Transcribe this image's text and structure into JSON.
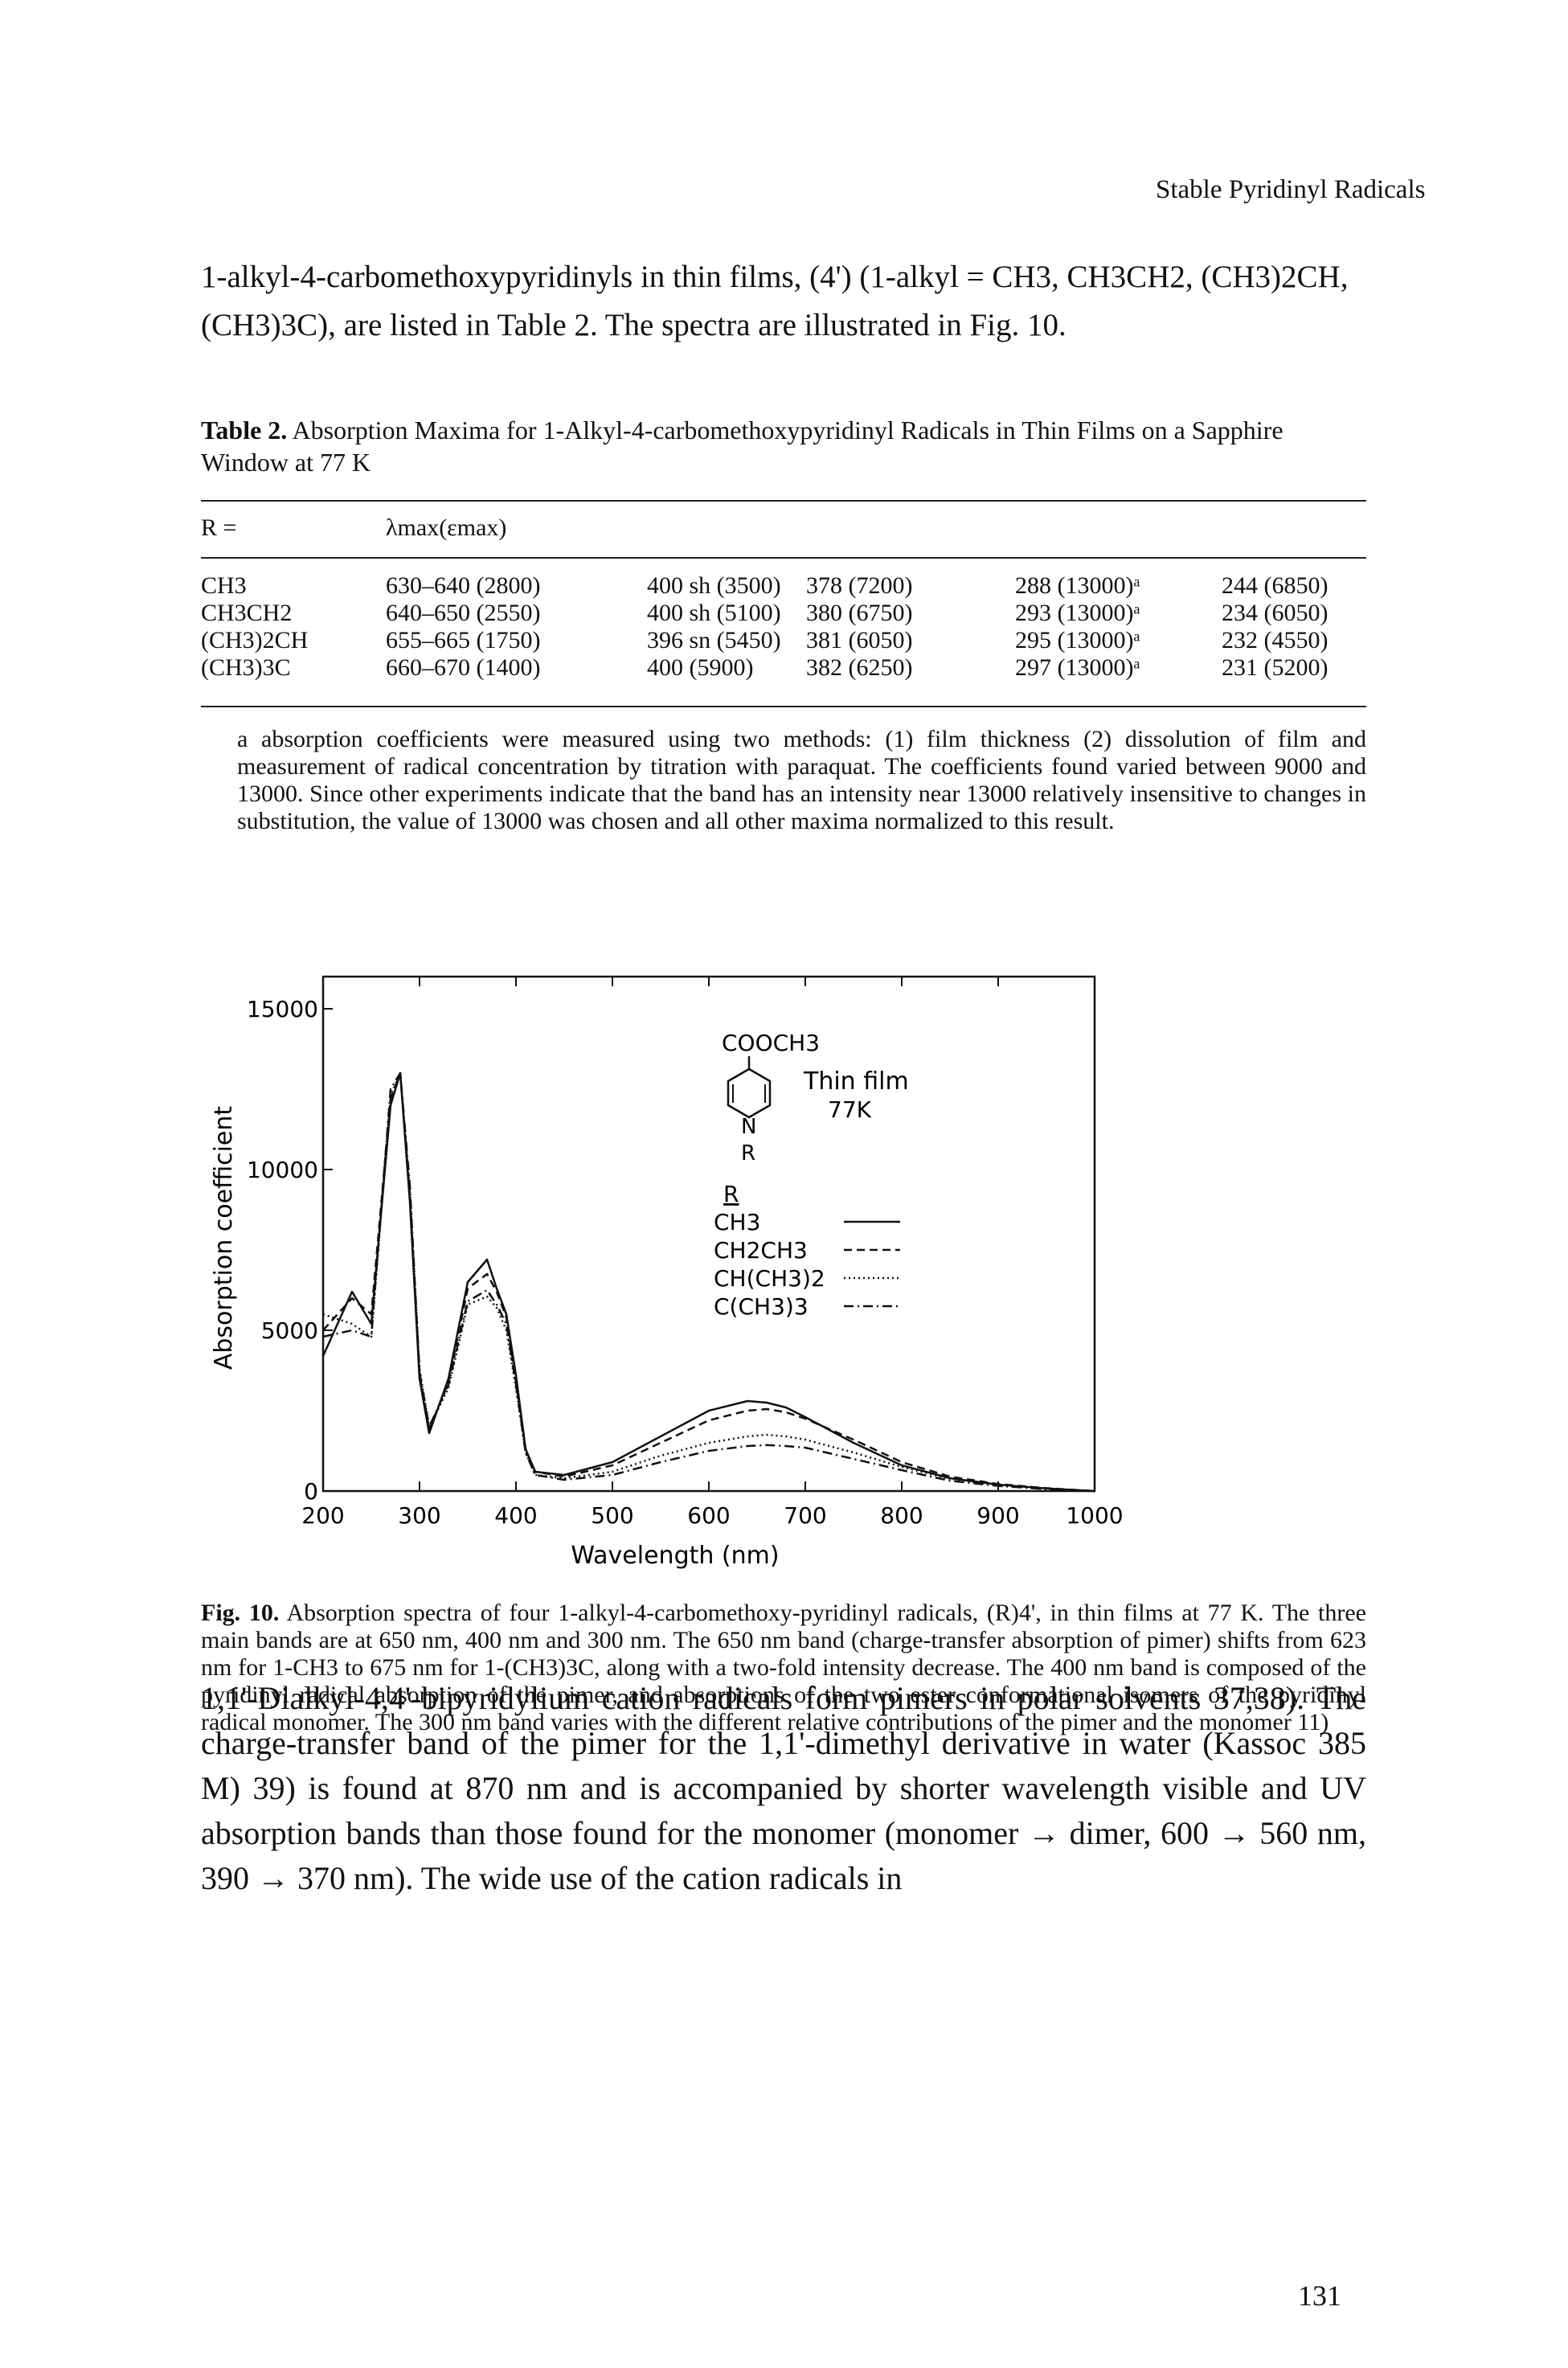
{
  "page": {
    "running_head": "Stable Pyridinyl Radicals",
    "intro": "1-alkyl-4-carbomethoxypyridinyls in thin films, (4') (1-alkyl = CH3, CH3CH2, (CH3)2CH, (CH3)3C), are listed in Table 2. The spectra are illustrated in Fig. 10.",
    "page_number": "131"
  },
  "table": {
    "caption_label": "Table 2.",
    "caption_text": "Absorption Maxima for 1-Alkyl-4-carbomethoxypyridinyl Radicals in Thin Films on a Sapphire Window at 77 K",
    "header_r": "R =",
    "header_lambda": "λmax(εmax)",
    "rows": [
      {
        "r": "CH3",
        "c1": "630–640 (2800)",
        "c2": "400 sh (3500)",
        "c3": "378 (7200)",
        "c4": "288 (13000)ᵃ",
        "c5": "244 (6850)"
      },
      {
        "r": "CH3CH2",
        "c1": "640–650 (2550)",
        "c2": "400 sh (5100)",
        "c3": "380 (6750)",
        "c4": "293 (13000)ᵃ",
        "c5": "234 (6050)"
      },
      {
        "r": "(CH3)2CH",
        "c1": "655–665 (1750)",
        "c2": "396 sn (5450)",
        "c3": "381 (6050)",
        "c4": "295 (13000)ᵃ",
        "c5": "232 (4550)"
      },
      {
        "r": "(CH3)3C",
        "c1": "660–670 (1400)",
        "c2": "400 (5900)",
        "c3": "382 (6250)",
        "c4": "297 (13000)ᵃ",
        "c5": "231 (5200)"
      }
    ],
    "footnote": "a absorption coefficients were measured using two methods: (1) film thickness (2) dissolution of film and measurement of radical concentration by titration with paraquat. The coefficients found varied between 9000 and 13000. Since other experiments indicate that the band has an intensity near 13000 relatively insensitive to changes in substitution, the value of 13000 was chosen and all other maxima normalized to this result."
  },
  "figure": {
    "caption_label": "Fig. 10.",
    "caption_text": "Absorption spectra of four 1-alkyl-4-carbomethoxy-pyridinyl radicals, (R)4', in thin films at 77 K. The three main bands are at 650 nm, 400 nm and 300 nm. The 650 nm band (charge-transfer absorption of pimer) shifts from 623 nm for 1-CH3 to 675 nm for 1-(CH3)3C, along with a two-fold intensity decrease. The 400 nm band is composed of the pyridinyl radical absorption of the pimer, and absorptions of the two ester conformational isomers of the pyridinyl radical monomer. The 300 nm band varies with the different relative contributions of the pimer and the monomer 11)",
    "structure": {
      "substituent": "COOCH3",
      "ring_n": "N",
      "ring_r": "R"
    },
    "annotation": {
      "line1": "Thin film",
      "line2": "77K"
    },
    "legend_title": "R"
  },
  "chart_data": {
    "type": "line",
    "xlabel": "Wavelength (nm)",
    "ylabel": "Absorption coefficient",
    "xlim": [
      200,
      1000
    ],
    "ylim": [
      0,
      16000
    ],
    "x_ticks": [
      "200",
      "300",
      "400",
      "500",
      "600",
      "700",
      "800",
      "900",
      "1000"
    ],
    "y_ticks": [
      "0",
      "5000",
      "10000",
      "15000"
    ],
    "x": [
      200,
      230,
      250,
      270,
      280,
      290,
      300,
      310,
      330,
      350,
      370,
      380,
      390,
      400,
      410,
      420,
      450,
      500,
      550,
      600,
      640,
      660,
      680,
      700,
      750,
      800,
      850,
      900,
      950,
      1000
    ],
    "series": [
      {
        "name": "CH3",
        "style": "solid",
        "values": [
          4200,
          6200,
          5200,
          12000,
          13000,
          9000,
          3500,
          1800,
          3500,
          6500,
          7200,
          6300,
          5500,
          3600,
          1300,
          600,
          500,
          900,
          1700,
          2500,
          2800,
          2750,
          2600,
          2300,
          1500,
          800,
          400,
          200,
          80,
          0
        ]
      },
      {
        "name": "CH2CH3",
        "style": "dashed",
        "values": [
          5000,
          6000,
          5500,
          12200,
          13000,
          9200,
          3600,
          1900,
          3400,
          6300,
          6750,
          6200,
          5400,
          3400,
          1300,
          600,
          450,
          800,
          1500,
          2200,
          2500,
          2550,
          2450,
          2250,
          1600,
          900,
          450,
          220,
          90,
          0
        ]
      },
      {
        "name": "CH(CH3)2",
        "style": "dotted",
        "values": [
          5500,
          5200,
          4800,
          12300,
          13000,
          9300,
          3800,
          2000,
          3200,
          5800,
          6050,
          5700,
          5000,
          3200,
          1200,
          500,
          400,
          600,
          1100,
          1500,
          1700,
          1750,
          1700,
          1600,
          1200,
          750,
          380,
          180,
          70,
          0
        ]
      },
      {
        "name": "C(CH3)3",
        "style": "dash-dot",
        "values": [
          4800,
          5000,
          4800,
          12500,
          13000,
          9500,
          3700,
          2000,
          3300,
          5900,
          6250,
          5800,
          5200,
          3300,
          1200,
          500,
          350,
          500,
          900,
          1250,
          1400,
          1430,
          1400,
          1350,
          1000,
          650,
          320,
          160,
          60,
          0
        ]
      }
    ]
  },
  "body": {
    "paragraph": "1,1'-Dialkyl-4,4'-bipyridylium cation radicals form pimers in polar solvents 37,38). The charge-transfer band of the pimer for the 1,1'-dimethyl derivative in water (Kassoc 385 M) 39) is found at 870 nm and is accompanied by shorter wavelength visible and UV absorption bands than those found for the monomer (monomer → dimer, 600 → 560 nm, 390 → 370 nm). The wide use of the cation radicals in"
  }
}
